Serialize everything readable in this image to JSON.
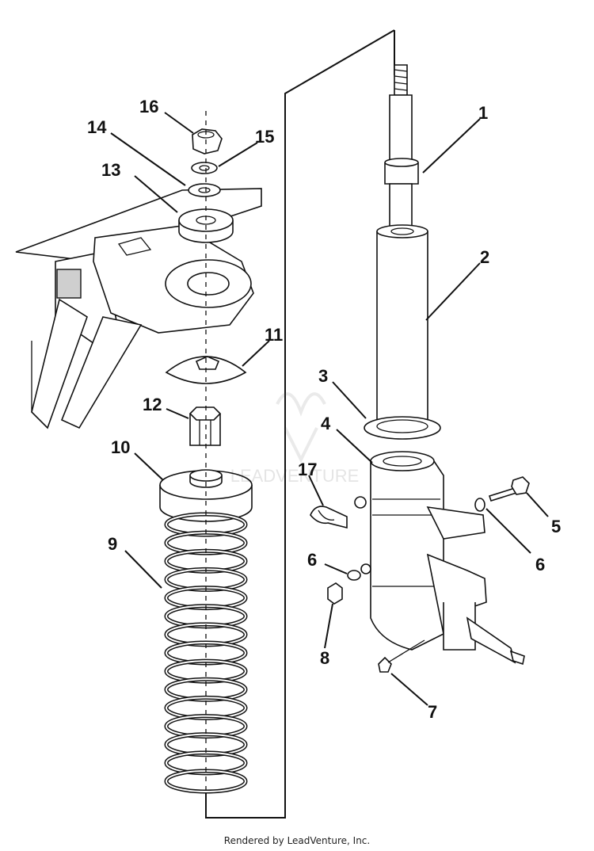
{
  "callouts": [
    {
      "id": "1",
      "label": "1"
    },
    {
      "id": "2",
      "label": "2"
    },
    {
      "id": "3",
      "label": "3"
    },
    {
      "id": "4",
      "label": "4"
    },
    {
      "id": "5",
      "label": "5"
    },
    {
      "id": "6a",
      "label": "6"
    },
    {
      "id": "6b",
      "label": "6"
    },
    {
      "id": "7",
      "label": "7"
    },
    {
      "id": "8",
      "label": "8"
    },
    {
      "id": "9",
      "label": "9"
    },
    {
      "id": "10",
      "label": "10"
    },
    {
      "id": "11",
      "label": "11"
    },
    {
      "id": "12",
      "label": "12"
    },
    {
      "id": "13",
      "label": "13"
    },
    {
      "id": "14",
      "label": "14"
    },
    {
      "id": "15",
      "label": "15"
    },
    {
      "id": "16",
      "label": "16"
    },
    {
      "id": "17",
      "label": "17"
    }
  ],
  "footer": {
    "text": "Rendered by LeadVenture, Inc."
  },
  "watermark": {
    "text": "LEADVENTURE"
  }
}
